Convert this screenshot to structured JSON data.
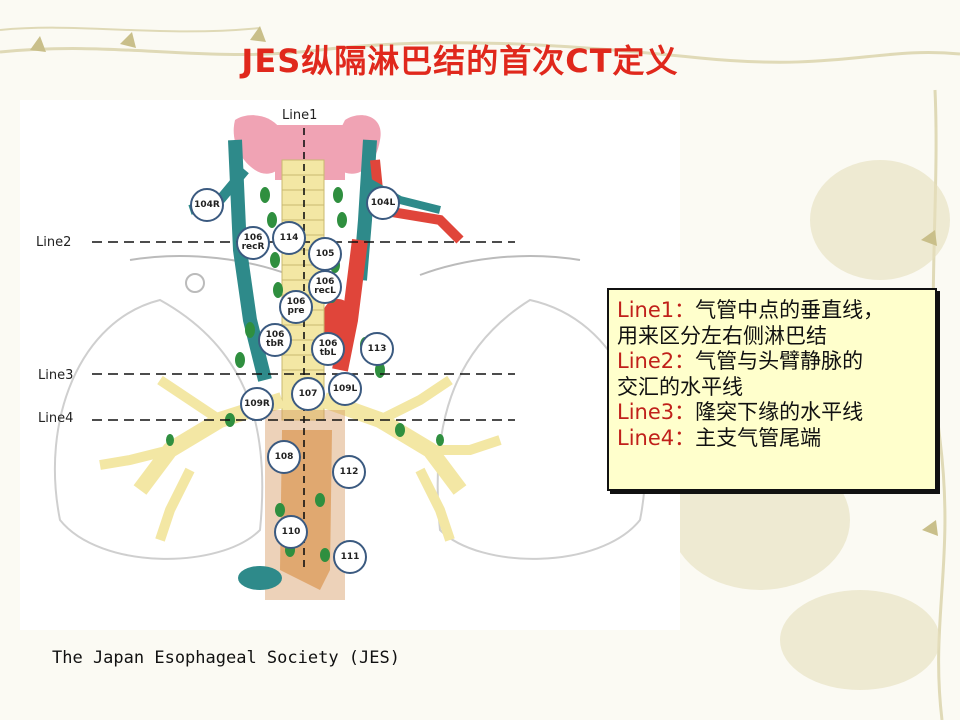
{
  "slide": {
    "title": "JES纵隔淋巴结的首次CT定义",
    "source": "The Japan Esophageal Society (JES)"
  },
  "figure": {
    "line_labels": [
      "Line1",
      "Line2",
      "Line3",
      "Line4"
    ],
    "nodes": [
      {
        "id": "104R",
        "l1": "104R",
        "l2": ""
      },
      {
        "id": "104L",
        "l1": "104L",
        "l2": ""
      },
      {
        "id": "106recR",
        "l1": "106",
        "l2": "recR"
      },
      {
        "id": "114",
        "l1": "114",
        "l2": ""
      },
      {
        "id": "105",
        "l1": "105",
        "l2": ""
      },
      {
        "id": "106recL",
        "l1": "106",
        "l2": "recL"
      },
      {
        "id": "106pre",
        "l1": "106",
        "l2": "pre"
      },
      {
        "id": "106tbR",
        "l1": "106",
        "l2": "tbR"
      },
      {
        "id": "106tbL",
        "l1": "106",
        "l2": "tbL"
      },
      {
        "id": "113",
        "l1": "113",
        "l2": ""
      },
      {
        "id": "107",
        "l1": "107",
        "l2": ""
      },
      {
        "id": "109L",
        "l1": "109L",
        "l2": ""
      },
      {
        "id": "109R",
        "l1": "109R",
        "l2": ""
      },
      {
        "id": "108",
        "l1": "108",
        "l2": ""
      },
      {
        "id": "112",
        "l1": "112",
        "l2": ""
      },
      {
        "id": "110",
        "l1": "110",
        "l2": ""
      },
      {
        "id": "111",
        "l1": "111",
        "l2": ""
      }
    ]
  },
  "legend": {
    "items": [
      {
        "key": "Line1：",
        "text": "气管中点的垂直线，"
      },
      {
        "key": "",
        "text": "用来区分左右侧淋巴结"
      },
      {
        "key": "Line2：",
        "text": "气管与头臂静脉的"
      },
      {
        "key": "",
        "text": "交汇的水平线"
      },
      {
        "key": "Line3：",
        "text": "隆突下缘的水平线"
      },
      {
        "key": "Line4：",
        "text": "主支气管尾端"
      }
    ]
  },
  "colors": {
    "title": "#e0281c",
    "legend_key": "#c0201a",
    "legend_bg": "#ffffcc",
    "node_border": "#3b5a80"
  }
}
